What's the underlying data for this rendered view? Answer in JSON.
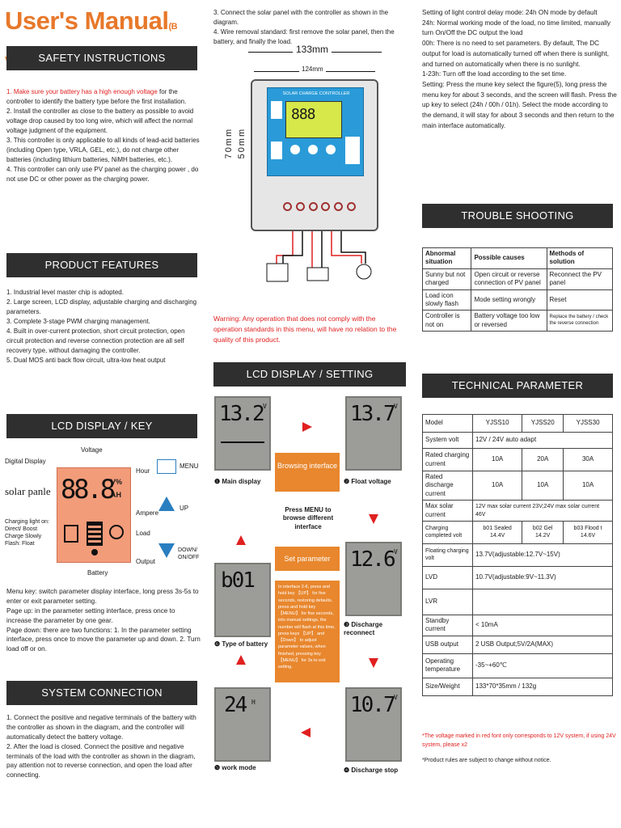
{
  "header": {
    "title": "User's Manual",
    "version": "(B version)"
  },
  "safety": {
    "heading": "SAFETY INSTRUCTIONS",
    "p1_red": "1. Make sure your battery has a high enough voltage",
    "p1_rest": " for the controller to identify the battery type before the first installation.",
    "p2": "2. Install the controller as close to the battery as possible to avoid voltage drop caused by too long wire, which will affect the normal voltage judgment of the equipment.",
    "p3": "3. This controller is only applicable to all kinds of lead-acid batteries (including Open type, VRLA, GEL, etc.), do not charge other batteries (including lithium batteries, NiMH batteries, etc.).",
    "p4": "4. This controller can only use PV panel as the charging power , do not use DC or other power as the charging power."
  },
  "features": {
    "heading": "PRODUCT FEATURES",
    "items": [
      "1. Industrial level master chip is adopted.",
      "2. Large screen, LCD display, adjustable charging and discharging parameters.",
      "3. Complete 3-stage PWM charging management.",
      "4. Built in over-current protection, short circuit protection, open circuit protection and reverse connection protection are all self recovery type, without damaging the controller.",
      "5. Dual MOS anti back flow circuit, ultra-low heat output"
    ]
  },
  "lcdkey": {
    "heading": "LCD DISPLAY / KEY",
    "voltage": "Voltage",
    "digital": "Digital Display",
    "hour": "Hour",
    "menu": "MENU",
    "solar": "solar panle",
    "ampere": "Ampere",
    "up": "UP",
    "load": "Load",
    "charging": "Charging light on: Direct/ Boost Charge Slowly Flash: Float",
    "down": "DOWN/ ON/OFF",
    "output": "Output",
    "battery": "Battery",
    "lcd_value": "88.8",
    "lcd_unit_v": "V%",
    "lcd_unit_ah": "AH",
    "desc1": "Menu key: switch parameter display interface, long press 3s-5s to enter or exit parameter setting.",
    "desc2": "Page up: in the parameter setting interface, press once to increase the parameter by one gear.",
    "desc3": "Page down: there are two functions: 1. In the parameter setting interface, press once to move the parameter up and down. 2. Turn load off or on."
  },
  "system": {
    "heading": "SYSTEM CONNECTION",
    "p1": "1. Connect the positive and negative terminals of the battery with the controller as shown in the diagram, and the controller will automatically detect the battery voltage.",
    "p2": "2. After the load is closed. Connect the positive and negative terminals of the load with the controller as shown in the diagram, pay attention not to reverse connection, and open the load after connecting."
  },
  "col2top": {
    "p3": "3. Connect the solar panel with the controller as shown in the diagram.",
    "p4": "4. Wire removal standard: first remove the solar panel, then the battery, and finally the load.",
    "dim1": "133mm",
    "dim2": "124mm",
    "dim3": "70mm",
    "dim4": "50mm",
    "device_title": "SOLAR CHARGE CONTROLLER",
    "device_lcd": "888",
    "warning": "Warning: Any operation that does not comply with the operation standards in this menu, will have no relation to the quality of this product."
  },
  "lcdsetting": {
    "heading": "LCD DISPLAY / SETTING",
    "screens": [
      {
        "value": "13.2",
        "unit": "V",
        "label": "❶ Main display"
      },
      {
        "value": "13.7",
        "unit": "V",
        "label": "❷ Float voltage"
      },
      {
        "value": "12.6",
        "unit": "V",
        "label": "❸ Discharge reconnect"
      },
      {
        "value": "10.7",
        "unit": "V",
        "label": "❹ Discharge stop"
      },
      {
        "value": "24",
        "unit": "H",
        "label": "❺ work mode"
      },
      {
        "value": "b01",
        "unit": "",
        "label": "❻ Type of battery"
      }
    ],
    "browse": "Browsing interface",
    "browse_note": "Press MENU to browse different interface",
    "set_param": "Set parameter",
    "set_note": "In interface 2-6, press and hold key 【UP】 for five seconds, restoring defaults. press and hold key 【MENU】 for five seconds, into manual settings, the number will flash at this time, press keys 【UP】 and 【Down】 to adjust parameter values, when finished, pressing key 【MENU】 for 3s to exit setting."
  },
  "col3top": {
    "p1": "Setting of light control delay mode: 24h ON mode by default",
    "p2": "24h: Normal working mode of the load, no time limited, manually turn On/Off the DC output the load",
    "p3": "00h: There is no need to set parameters. By default, The DC output for load is automatically turned off when there is sunlight, and turned on automatically when there is no sunlight.",
    "p4": "1-23h: Turn off the load according to the set time.",
    "p5": "Setting: Press the mune key select the figure(5), long press the menu key for about 3 seconds, and the screen will flash. Press the up key to select (24h / 00h / 01h). Select the mode according to the demand, it will stay for about 3 seconds and then return to the main interface automatically."
  },
  "trouble": {
    "heading": "TROUBLE SHOOTING",
    "headers": [
      "Abnormal situation",
      "Possible causes",
      "Methods of solution"
    ],
    "rows": [
      [
        "Sunny but not charged",
        "Open circuit or reverse connection of PV panel",
        "Reconnect the PV panel"
      ],
      [
        "Load icon slowly flash",
        "Mode setting wrongly",
        "Reset"
      ],
      [
        "Controller is not on",
        "Battery voltage too low or reversed",
        "Replace the battery / check the reverse connection"
      ]
    ]
  },
  "tech": {
    "heading": "TECHNICAL PARAMETER",
    "model": [
      "Model",
      "YJSS10",
      "YJSS20",
      "YJSS30"
    ],
    "system_volt": [
      "System volt",
      "12V / 24V auto adapt"
    ],
    "rated_charging": [
      "Rated charging current",
      "10A",
      "20A",
      "30A"
    ],
    "rated_discharge": [
      "Rated discharge current",
      "10A",
      "10A",
      "10A"
    ],
    "max_solar": [
      "Max solar current",
      "12V max solar current 23V;24V max solar current 46V"
    ],
    "charging_completed": [
      "Charging completed volt",
      "b01 Sealed 14.4V",
      "b02 Gel 14.2V",
      "b03 Flood t 14.6V"
    ],
    "floating": [
      "Floating charging volt",
      "13.7V(adjustable:12.7V~15V)"
    ],
    "lvd": [
      "LVD",
      "10.7V(adjustable:9V~11.3V)"
    ],
    "lvr": [
      "LVR",
      ""
    ],
    "standby": [
      "Standby current",
      "< 10mA"
    ],
    "usb": [
      "USB output",
      "2 USB Output;5V/2A(MAX)"
    ],
    "temp": [
      "Operating temperature",
      "-35~+60℃"
    ],
    "size": [
      "Size/Weight",
      "133*70*35mm / 132g"
    ],
    "note_red": "*The voltage marked in red font only corresponds to 12V system, if using 24V system, please x2",
    "note": "*Product rules are subject to change without notice."
  },
  "colors": {
    "orange": "#e8782a",
    "red": "#e02020",
    "bar": "#2f2f2f",
    "lcd": "#9c9c98",
    "device": "#2a9bd8"
  }
}
